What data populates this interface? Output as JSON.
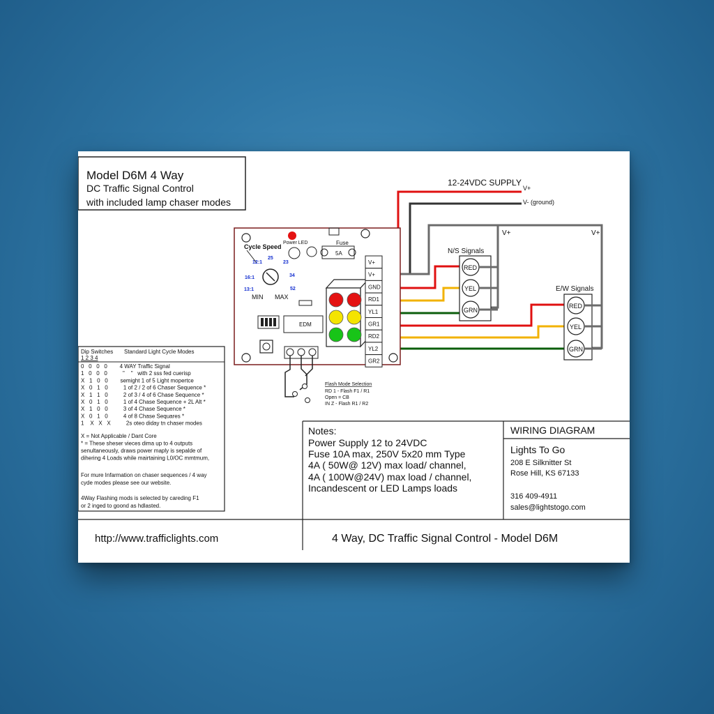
{
  "title_block": {
    "line1": "Model D6M  4 Way",
    "line2": "DC Traffic Signal Control",
    "line3": "with included lamp chaser modes"
  },
  "supply": {
    "label": "12-24VDC SUPPLY",
    "vplus": "V+",
    "vminus": "V-  (ground)"
  },
  "board": {
    "power_led_label": "Power LED",
    "fuse_label": "Fuse",
    "fuse_value": "5A",
    "cycle_speed_label": "Cycle Speed",
    "dial_marks": [
      "16:1",
      "12:1",
      "25",
      "23",
      "34",
      "52",
      "13:1"
    ],
    "min_label": "MIN",
    "max_label": "MAX",
    "chip_label": "EDM",
    "terminals": [
      "V+",
      "V+",
      "GND",
      "RD1",
      "YL1",
      "GR1",
      "RD2",
      "YL2",
      "GR2"
    ]
  },
  "signals": {
    "ns_label": "N/S Signals",
    "ew_label": "E/W Signals",
    "ns_vplus": "V+",
    "ew_vplus": "V+",
    "lamps": [
      "RED",
      "YEL",
      "GRN"
    ]
  },
  "flash_mode": {
    "title": "Flash Mode Selection",
    "lines": [
      "RD 1  -  Flash F1 / R1",
      "Open = CB",
      "IN Z  -  Flash R1 / R2"
    ]
  },
  "dip": {
    "header_left": "Dip Switches",
    "header_right": "Standard Light Cycle Modes",
    "numbers": "1  2  3  4",
    "rows": [
      "0   0   0   0        4 WAY Traffic Signal",
      "1   0   0   0          \"    \"   with 2 sss fed cuerisp",
      "X   1   0   0        semight 1 of 5 Light mopertce",
      "X   0   1   0          1 of 2 / 2 of 6 Chaser Sequence *",
      "X   1   1   0          2 of 3 / 4 of 6 Chase Sequence *",
      "X   0   1   0          1 of 4 Chase Sequence + 2L Alt *",
      "X   1   0   0          3 of 4 Chase Sequence *",
      "X   0   1   0          4 of 8 Chase Sequares *",
      "1    X   X   X          2s oteo diday tn chaser modes"
    ],
    "notes": [
      "X  = Not Applicable / Dant Core",
      "* = These sheser vieces dima up to 4 outputs",
      "senultaneously,  draws power maply is sepalde of",
      "dihering 4 Loads while mairtaining L0/OC mmtmum,"
    ],
    "info": [
      "For mure Infarmation on chaser sequences / 4 way",
      "cyde modes please see our website."
    ],
    "flash_note": [
      "4Way Flashing mods is selected by careding F1",
      "or 2 inged to goond as hdlasted."
    ]
  },
  "notes": {
    "title": "Notes:",
    "lines": [
      "Power Supply 12 to 24VDC",
      "Fuse 10A max, 250V 5x20 mm Type",
      "4A ( 50W@ 12V)   max load/ channel,",
      "4A ( 100W@24V)  max load / channel,",
      "Incandescent or LED Lamps loads"
    ]
  },
  "company": {
    "heading": "WIRING DIAGRAM",
    "name": "Lights To Go",
    "address1": "208 E Silknitter St",
    "address2": "Rose Hill, KS 67133",
    "phone": "316 409-4911",
    "email": "sales@lightstogo.com"
  },
  "footer": {
    "url": "http://www.trafficlights.com",
    "title": "4 Way, DC Traffic Signal Control  - Model D6M"
  },
  "colors": {
    "background": "#2f77a6",
    "wire_red": "#e01010",
    "wire_black": "#333333",
    "wire_gray": "#6b6b6b",
    "wire_yellow": "#f2b200",
    "wire_green": "#0b5e0b",
    "led_red": "#e41212",
    "led_yellow": "#f4e400",
    "led_green": "#18c418",
    "dial_blue": "#1530d0"
  }
}
